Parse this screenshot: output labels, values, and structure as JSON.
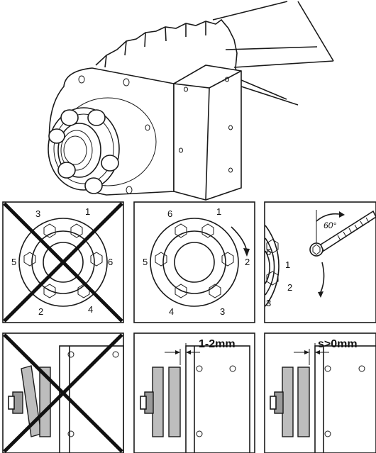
{
  "top_illustration": {
    "icon": "gearbox-flange-shaft-icon"
  },
  "panels_row1": [
    {
      "id": "wrong-tightening-order",
      "crossed": true,
      "bolt_numbers": [
        "3",
        "1",
        "5",
        "6",
        "2",
        "4"
      ]
    },
    {
      "id": "correct-tightening-order",
      "crossed": false,
      "bolt_numbers": [
        "6",
        "1",
        "5",
        "2",
        "4",
        "3"
      ]
    },
    {
      "id": "tightening-angle",
      "crossed": false,
      "angle_label": "60°",
      "bolt_numbers": [
        "6",
        "1",
        "2",
        "3"
      ]
    }
  ],
  "panels_row2": [
    {
      "id": "wrong-gap",
      "crossed": true,
      "gap_label": ""
    },
    {
      "id": "gap-1-2mm",
      "crossed": false,
      "gap_label": "1-2mm"
    },
    {
      "id": "gap-greater-zero",
      "crossed": false,
      "gap_label": "s>0mm"
    }
  ],
  "colors": {
    "line": "#1a1a1a",
    "ring_fill": "#bdbdbd",
    "hub_fill": "#9a9a9a",
    "background": "#ffffff"
  }
}
